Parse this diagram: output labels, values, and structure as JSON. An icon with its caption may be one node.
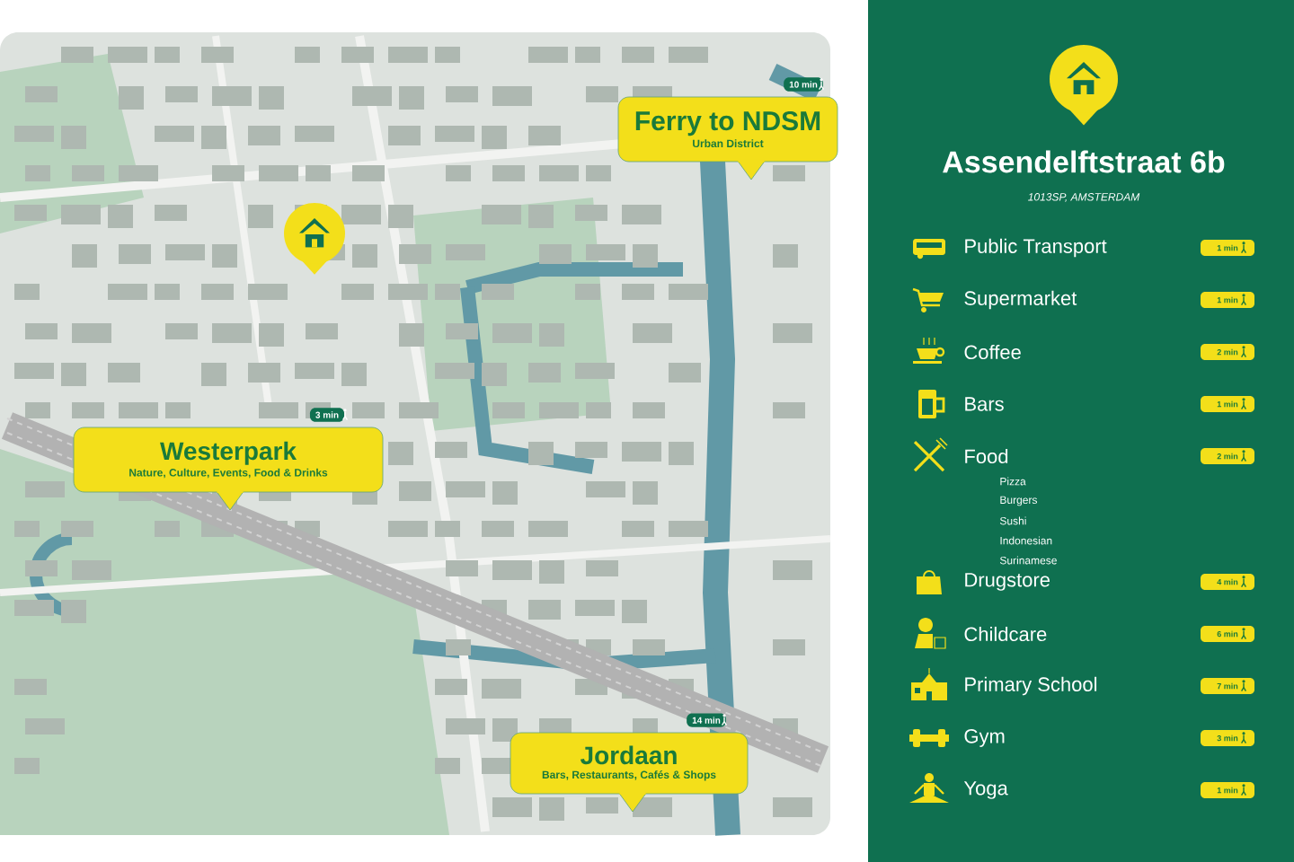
{
  "diagram": {
    "title": "Assendelftstraat 6b",
    "nodes": [
      {
        "text": [
          "Ferry to NDSM",
          "Urban District"
        ],
        "beside": [
          "10 min"
        ]
      },
      {
        "text": [
          "Westerpark",
          "Nature, Culture, Events, Food & Drinks"
        ],
        "beside": [
          "3 min"
        ]
      },
      {
        "text": [
          "Jordaan",
          "Bars, Restaurants, Cafés & Shops"
        ],
        "beside": [
          "14 min"
        ]
      }
    ],
    "labels": [
      "1013SP, AMSTERDAM",
      "Public Transport",
      "1 min",
      "Supermarket",
      "1 min",
      "Coffee",
      "2 min",
      "Bars",
      "1 min",
      "Food",
      "2 min",
      "Pizza",
      "Burgers",
      "Sushi",
      "Indonesian",
      "Surinamese",
      "Drugstore",
      "4 min",
      "Childcare",
      "6 min",
      "Primary School",
      "7 min",
      "Gym",
      "3 min",
      "Yoga",
      "1 min"
    ]
  }
}
